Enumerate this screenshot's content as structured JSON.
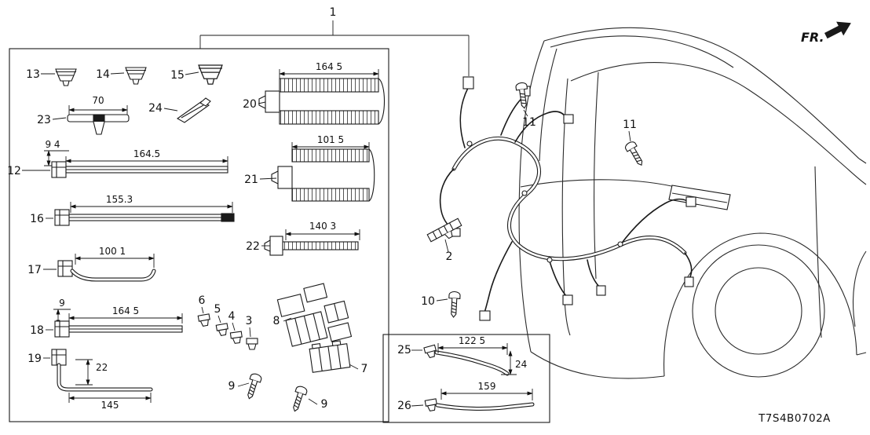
{
  "figure": {
    "code": "T7S4B0702A",
    "direction_label": "FR."
  },
  "callouts": {
    "n1": "1",
    "n2": "2",
    "n3": "3",
    "n4": "4",
    "n5": "5",
    "n6": "6",
    "n7": "7",
    "n8": "8",
    "n9a": "9",
    "n9b": "9",
    "n10": "10",
    "n11a": "11",
    "n11b": "11",
    "n12": "12",
    "n13": "13",
    "n14": "14",
    "n15": "15",
    "n16": "16",
    "n17": "17",
    "n18": "18",
    "n19": "19",
    "n20": "20",
    "n21": "21",
    "n22": "22",
    "n23": "23",
    "n24": "24",
    "n25": "25",
    "n26": "26"
  },
  "dims": {
    "d23": "70",
    "d20": "164 5",
    "d21": "101 5",
    "d22": "140 3",
    "d12_h": "9 4",
    "d12_w": "164.5",
    "d16": "155.3",
    "d17": "100 1",
    "d18_h": "9",
    "d18_w": "164 5",
    "d19_h": "22",
    "d19_w": "145",
    "d25_w": "122 5",
    "d25_h": "24",
    "d26": "159"
  }
}
